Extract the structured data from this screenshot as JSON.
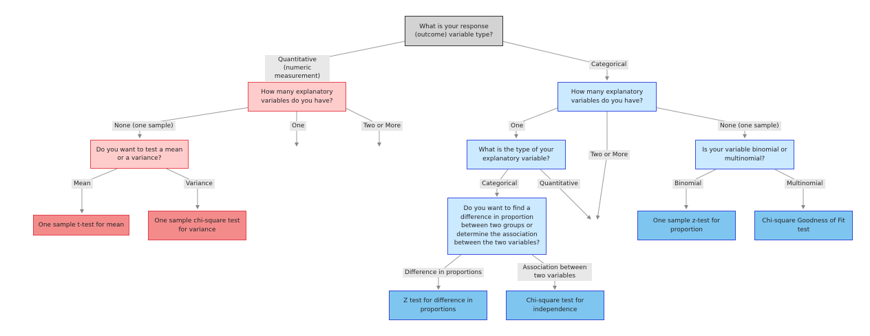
{
  "nodes": {
    "root": "What is your response (outcome) variable type?",
    "q_how_many": "How many explanatory variables do you have?",
    "q_mean_or_var": "Do you want to test a mean or a variance?",
    "r_t_test": "One sample t-test for mean",
    "r_chi_var": "One sample chi-square test for variance",
    "c_how_many": "How many explanatory variables do you have?",
    "c_type": "What is the type of your explanatory variable?",
    "c_diff_assoc": "Do you want to find a difference in proportion between two groups or determine the association between the two variables?",
    "r_z_diff": "Z test for difference in proportions",
    "r_chi_indep": "Chi-square test for independence",
    "c_binom": "Is your variable binomial or multinomial?",
    "r_z_prop": "One sample z-test for proportion",
    "r_chi_gof": "Chi-square Goodness of Fit test"
  },
  "labels": {
    "quantitative": "Quantitative (numeric measurement)",
    "categorical": "Categorical",
    "q_none": "None (one sample)",
    "q_one": "One",
    "q_two_more": "Two or More",
    "mean": "Mean",
    "variance": "Variance",
    "c_one": "One",
    "c_two_more": "Two or More",
    "c_none": "None (one sample)",
    "exp_categorical": "Categorical",
    "exp_quantitative": "Quantitative",
    "diff_prop": "Difference in proportions",
    "assoc": "Association between two variables",
    "binomial": "Binomial",
    "multinomial": "Multinomial"
  },
  "colors": {
    "root_fill": "#d3d3d3",
    "quant_question_fill": "#ffcccc",
    "quant_result_fill": "#f48b8b",
    "quant_border": "#e8474f",
    "cat_question_fill": "#cbe9ff",
    "cat_result_fill": "#7ec6f0",
    "cat_border": "#3b4fe0",
    "edge": "#999999"
  }
}
